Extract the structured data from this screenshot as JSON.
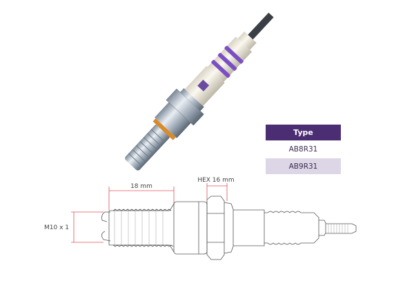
{
  "type_table": {
    "header": "Type",
    "rows": [
      "AB8R31",
      "AB9R31"
    ]
  },
  "diagram": {
    "thread_length": "18 mm",
    "hex_size": "HEX 16 mm",
    "thread_size": "M10 x 1"
  },
  "colors": {
    "accent": "#4b2d73",
    "row_alt": "#dcd6e6",
    "dimension_line": "#e0505a"
  }
}
